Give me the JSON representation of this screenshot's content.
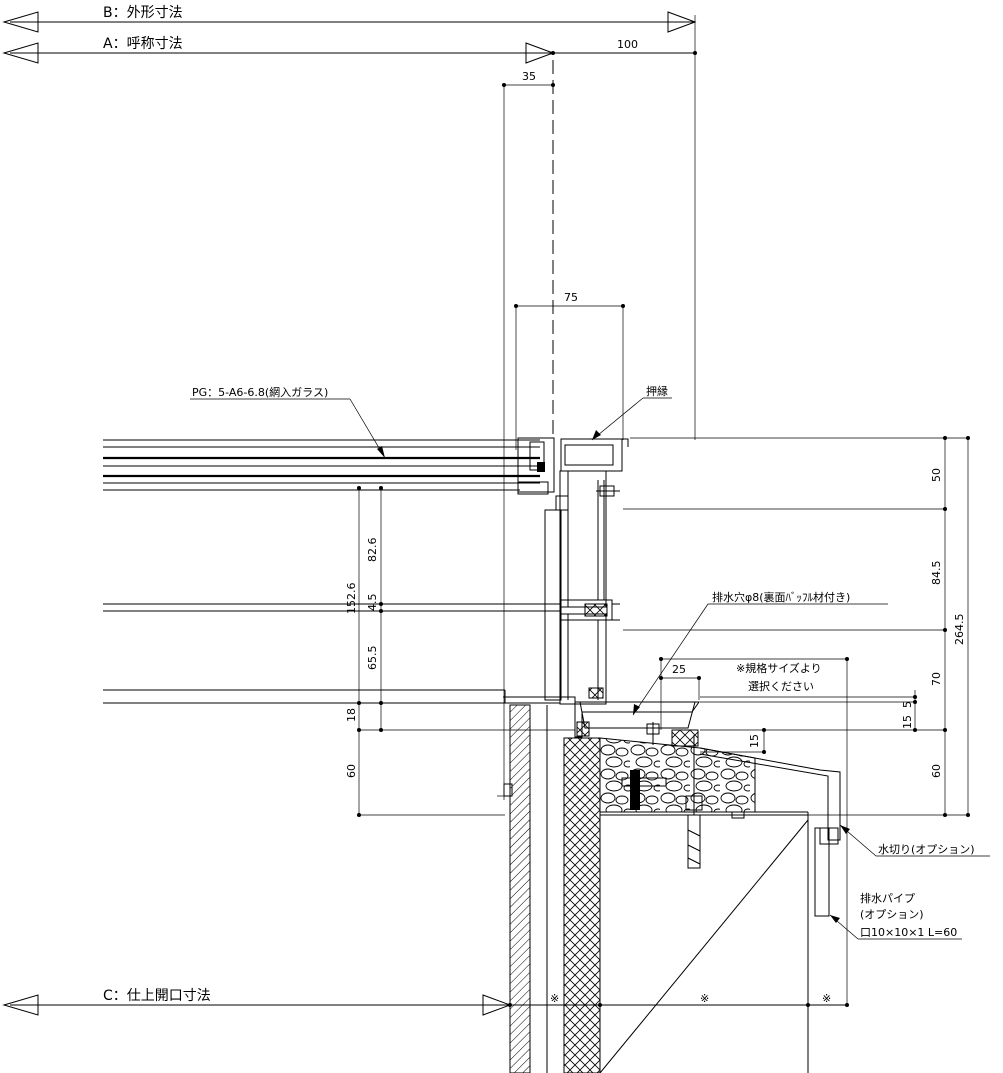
{
  "dimensions": {
    "b_outer": "B：外形寸法",
    "a_nominal": "A：呼称寸法",
    "c_finish": "C：仕上開口寸法"
  },
  "values": {
    "d100": "100",
    "d35": "35",
    "d75": "75",
    "d25": "25",
    "d15a": "15",
    "d15b": "15",
    "d5": "5",
    "d50": "50",
    "d84_5": "84.5",
    "d264_5": "264.5",
    "d70": "70",
    "d60r": "60",
    "d82_6": "82.6",
    "d152_6": "152.6",
    "d4_5": "4.5",
    "d65_5": "65.5",
    "d18": "18",
    "d60l": "60"
  },
  "notes": {
    "glass": "PG：5-A6-6.8(網入ガラス)",
    "oshibuchi": "押縁",
    "drain_hole": "排水穴φ8(裏面ﾊﾞｯﾌﾙ材付き)",
    "size_note_1": "※規格サイズより",
    "size_note_2": "選択ください",
    "mizukiri": "水切り(オプション)",
    "pipe_1": "排水パイプ",
    "pipe_2": "(オプション)",
    "pipe_3": "口10×10×1 L=60",
    "mark_a": "※",
    "mark_b": "※",
    "mark_c": "※"
  }
}
